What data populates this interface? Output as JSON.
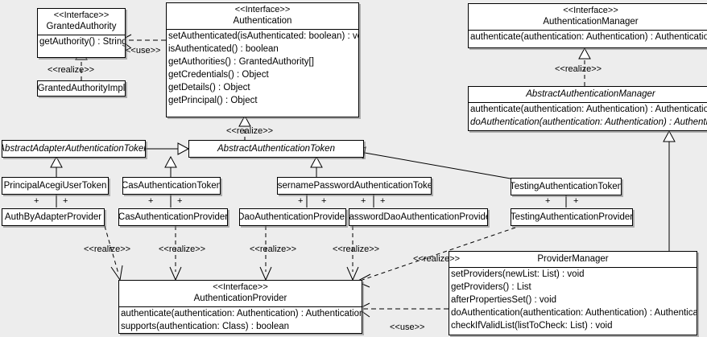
{
  "diagram": {
    "kind": "uml-class-diagram",
    "background_color": "#ededed",
    "box_fill": "#ffffff",
    "line_color": "#000000",
    "stereotype_interface": "<<Interface>>",
    "label_realize": "<<realize>>",
    "label_use": "<<use>>",
    "assoc_marker": "+"
  },
  "classes": {
    "granted_authority": {
      "stereotype": "<<Interface>>",
      "name": "GrantedAuthority",
      "members": [
        "getAuthority() : String"
      ]
    },
    "granted_authority_impl": {
      "name": "GrantedAuthorityImpl",
      "members": []
    },
    "authentication": {
      "stereotype": "<<Interface>>",
      "name": "Authentication",
      "members": [
        "setAuthenticated(isAuthenticated: boolean) : void",
        "isAuthenticated() : boolean",
        "getAuthorities() : GrantedAuthority[]",
        "getCredentials() : Object",
        "getDetails() : Object",
        "getPrincipal() : Object"
      ]
    },
    "authentication_manager": {
      "stereotype": "<<Interface>>",
      "name": "AuthenticationManager",
      "members": [
        "authenticate(authentication: Authentication) : Authentication"
      ]
    },
    "abstract_authentication_manager": {
      "name": "AbstractAuthenticationManager",
      "abstract": true,
      "members": [
        "authenticate(authentication: Authentication) : Authentication",
        "doAuthentication(authentication: Authentication) : Authentication"
      ]
    },
    "abstract_adapter_authentication_token": {
      "name": "AbstractAdapterAuthenticationToken",
      "abstract": true,
      "members": []
    },
    "abstract_authentication_token": {
      "name": "AbstractAuthenticationToken",
      "abstract": true,
      "members": []
    },
    "principal_acegi_user_token": {
      "name": "PrincipalAcegiUserToken",
      "members": []
    },
    "cas_authentication_token": {
      "name": "CasAuthenticationToken",
      "members": []
    },
    "username_password_authentication_token": {
      "name": "UsernamePasswordAuthenticationToken",
      "members": []
    },
    "testing_authentication_token": {
      "name": "TestingAuthenticationToken",
      "members": []
    },
    "auth_by_adapter_provider": {
      "name": "AuthByAdapterProvider",
      "members": []
    },
    "cas_authentication_provider": {
      "name": "CasAuthenticationProvider",
      "members": []
    },
    "dao_authentication_provider": {
      "name": "DaoAuthenticationProvider",
      "members": []
    },
    "password_dao_authentication_provider": {
      "name": "PasswordDaoAuthenticationProvider",
      "members": []
    },
    "testing_authentication_provider": {
      "name": "TestingAuthenticationProvider",
      "members": []
    },
    "authentication_provider": {
      "stereotype": "<<Interface>>",
      "name": "AuthenticationProvider",
      "members": [
        "authenticate(authentication: Authentication) : Authentication",
        "supports(authentication: Class) : boolean"
      ]
    },
    "provider_manager": {
      "name": "ProviderManager",
      "members": [
        "setProviders(newList: List) : void",
        "getProviders() : List",
        "afterPropertiesSet() : void",
        "doAuthentication(authentication: Authentication) : Authentication",
        "checkIfValidList(listToCheck: List) : void"
      ]
    }
  },
  "edge_labels": {
    "use_authentication_grantedauthority": "<<use>>",
    "realize_grantedauthorityimpl": "<<realize>>",
    "realize_abstract_authentication_token": "<<realize>>",
    "realize_abstract_authentication_manager": "<<realize>>",
    "realize_authbyadapter": "<<realize>>",
    "realize_cas": "<<realize>>",
    "realize_dao": "<<realize>>",
    "realize_passworddao": "<<realize>>",
    "realize_testing": "<<realize>>",
    "use_providermanager_authenticationprovider": "<<use>>"
  },
  "assoc_markers": {
    "m1": "+",
    "m2": "+",
    "m3": "+",
    "m4": "+",
    "m5": "+",
    "m6": "+",
    "m7": "+",
    "m8": "+",
    "m9": "+",
    "m10": "+"
  }
}
